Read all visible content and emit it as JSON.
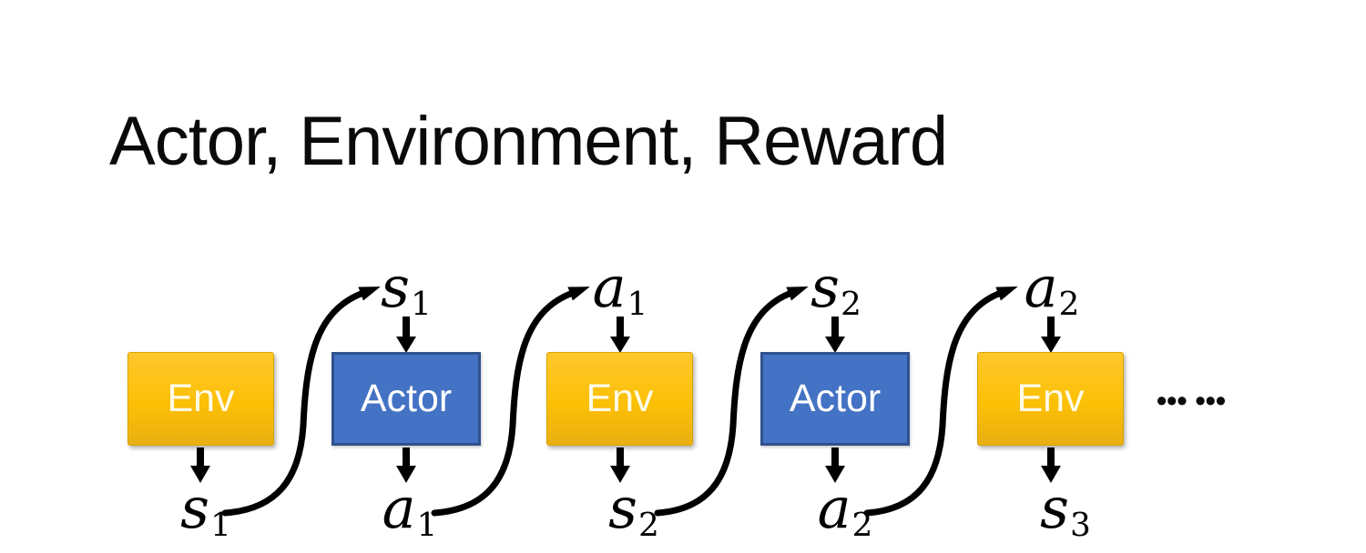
{
  "title": "Actor, Environment, Reward",
  "boxes": [
    {
      "label": "Env",
      "type": "env"
    },
    {
      "label": "Actor",
      "type": "actor"
    },
    {
      "label": "Env",
      "type": "env"
    },
    {
      "label": "Actor",
      "type": "actor"
    },
    {
      "label": "Env",
      "type": "env"
    }
  ],
  "top_labels": [
    {
      "base": "s",
      "sub": "1"
    },
    {
      "base": "a",
      "sub": "1"
    },
    {
      "base": "s",
      "sub": "2"
    },
    {
      "base": "a",
      "sub": "2"
    }
  ],
  "bottom_labels": [
    {
      "base": "s",
      "sub": "1"
    },
    {
      "base": "a",
      "sub": "1"
    },
    {
      "base": "s",
      "sub": "2"
    },
    {
      "base": "a",
      "sub": "2"
    },
    {
      "base": "s",
      "sub": "3"
    }
  ],
  "ellipsis": "••• •••",
  "colors": {
    "env_top": "#FFC72E",
    "env_mid": "#FCC005",
    "env_bottom": "#E9AF12",
    "env_border": "#D8A400",
    "env_text": "#FFFCEB",
    "actor_fill": "#4472C4",
    "actor_border": "#2F528F",
    "actor_text": "#FFFFFF",
    "arrow": "#000000",
    "title_text": "#0A0A0A"
  }
}
